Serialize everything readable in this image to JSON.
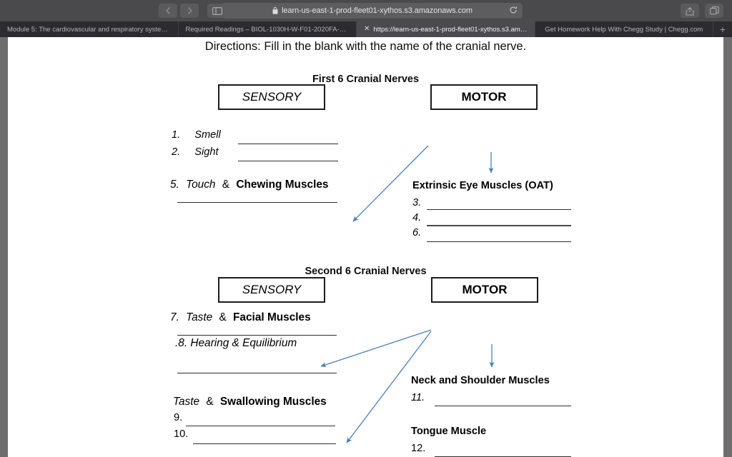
{
  "browser": {
    "url": "learn-us-east-1-prod-fleet01-xythos.s3.amazonaws.com",
    "lock_icon": "lock-icon",
    "reload_icon": "reload-icon",
    "back_icon": "chevron-left-icon",
    "forward_icon": "chevron-right-icon",
    "sidebar_icon": "sidebar-toggle-icon",
    "share_icon": "share-icon",
    "tabs_overview_icon": "tabs-overview-icon",
    "new_tab_label": "+",
    "tabs": [
      {
        "title": "Module 5: The cardiovascular and respiratory systems...",
        "active": false,
        "closable": false
      },
      {
        "title": "Required Readings – BIOL-1030H-W-F01-2020FA-WE...",
        "active": false,
        "closable": false
      },
      {
        "title": "https://learn-us-east-1-prod-fleet01-xythos.s3.ama...",
        "active": true,
        "closable": true,
        "close_label": "✕"
      },
      {
        "title": "Get Homework Help With Chegg Study | Chegg.com",
        "active": false,
        "closable": false
      }
    ]
  },
  "document": {
    "directions": "Directions: Fill in the blank with the name of the cranial nerve.",
    "section_one": {
      "title": "First 6 Cranial Nerves",
      "sensory_box": "SENSORY",
      "motor_box": "MOTOR",
      "sensory_items": [
        {
          "number": "1.",
          "text": "Smell"
        },
        {
          "number": "2.",
          "text": "Sight"
        }
      ],
      "sensory_item_five": {
        "number": "5.",
        "italic_text": "Touch",
        "amp": "&",
        "bold_text": "Chewing Muscles"
      },
      "motor_heading": "Extrinsic Eye Muscles (OAT)",
      "motor_items": [
        {
          "number": "3."
        },
        {
          "number": "4."
        },
        {
          "number": "6."
        }
      ]
    },
    "section_two": {
      "title": "Second 6 Cranial Nerves",
      "sensory_box": "SENSORY",
      "motor_box": "MOTOR",
      "item_seven": {
        "number": "7.",
        "italic_text": "Taste",
        "amp": "&",
        "bold_text": "Facial Muscles"
      },
      "item_eight": {
        "text": ".8. Hearing & Equilibrium"
      },
      "item_taste_swallowing": {
        "italic_text": "Taste",
        "amp": "&",
        "bold_text": "Swallowing Muscles"
      },
      "items_nine_ten": [
        {
          "number": "9."
        },
        {
          "number": "10."
        }
      ],
      "neck_heading": "Neck and Shoulder Muscles",
      "neck_item": {
        "number": "11."
      },
      "tongue_heading": "Tongue Muscle",
      "tongue_item": {
        "number": "12."
      }
    }
  },
  "colors": {
    "arrow": "#4a7ebb",
    "box_border": "#1b1b1b",
    "blank_line": "#2e2e2e",
    "chrome_toolbar": "#4a4a4c",
    "chrome_tabstrip": "#2c2c2e",
    "page_background": "#6e6e6e"
  }
}
